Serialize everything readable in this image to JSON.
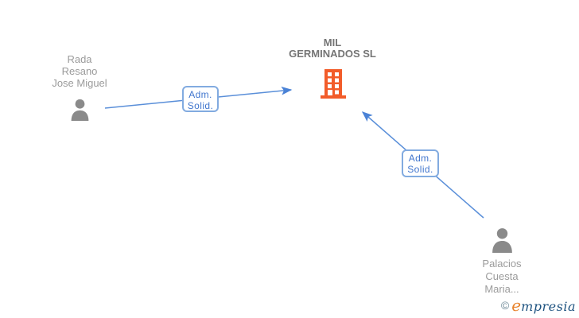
{
  "diagram": {
    "company": {
      "name_lines": [
        "MIL",
        "GERMINADOS SL"
      ],
      "icon": "building-icon"
    },
    "persons": [
      {
        "name_lines": [
          "Rada",
          "Resano",
          "Jose Miguel"
        ],
        "icon": "person-icon"
      },
      {
        "name_lines": [
          "Palacios",
          "Cuesta",
          "Maria..."
        ],
        "icon": "person-icon"
      }
    ],
    "edges": [
      {
        "from": "Rada Resano Jose Miguel",
        "to": "MIL GERMINADOS SL",
        "label_lines": [
          "Adm.",
          "Solid."
        ]
      },
      {
        "from": "Palacios Cuesta Maria...",
        "to": "MIL GERMINADOS SL",
        "label_lines": [
          "Adm.",
          "Solid."
        ]
      }
    ],
    "colors": {
      "edge_blue": "#5A8FD9",
      "arrowhead_blue": "#4A82D6",
      "label_text_blue": "#4176CE",
      "label_border_blue": "#82ABE0",
      "building_orange": "#F25C2A",
      "person_gray": "#8A8A8A",
      "company_text_gray": "#757575",
      "person_text_gray": "#9B9B9B"
    }
  },
  "footer_logo": {
    "copyright_symbol": "©",
    "brand_initial": "e",
    "brand_rest": "mpresia"
  }
}
